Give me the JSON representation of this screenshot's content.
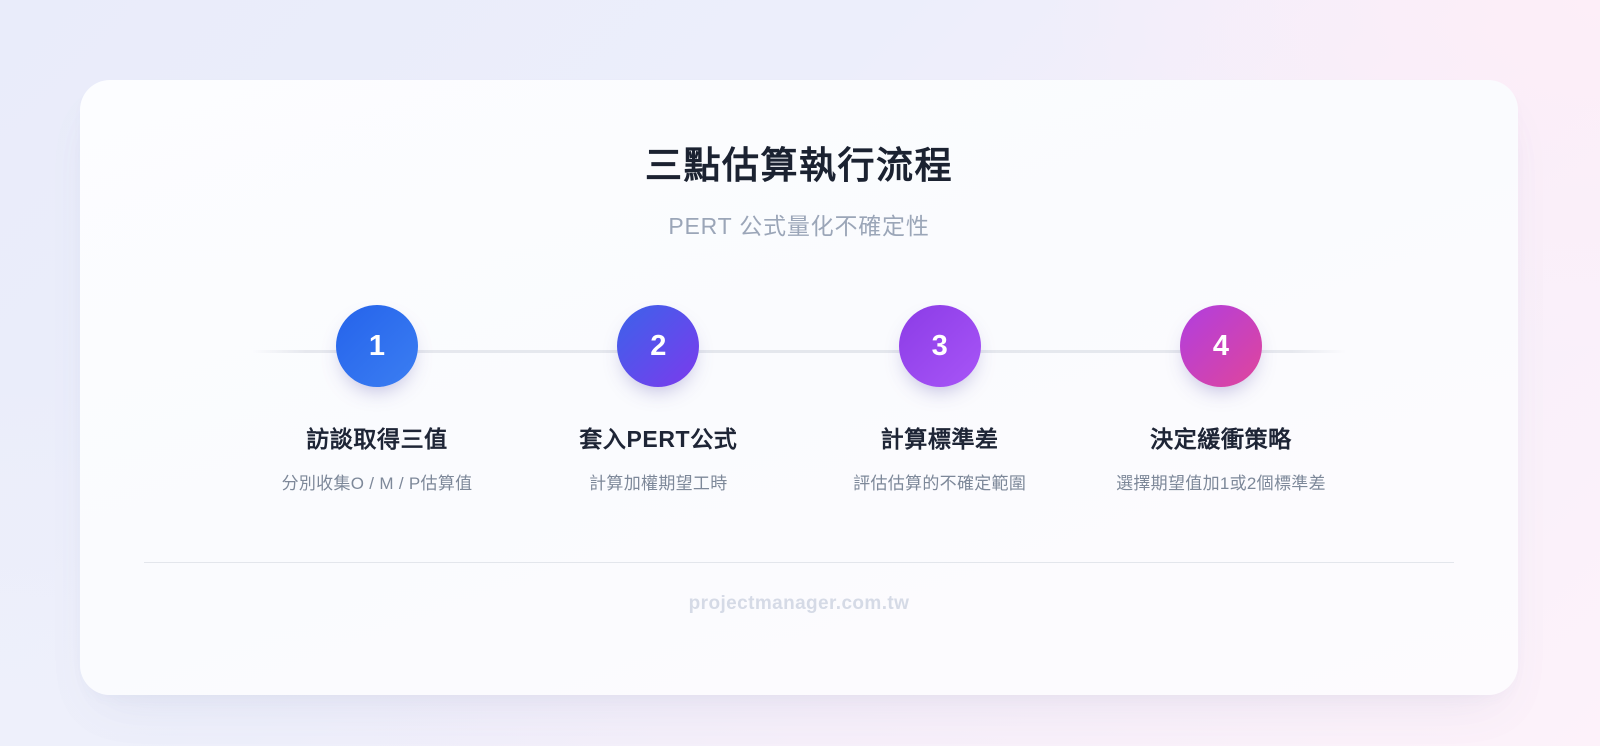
{
  "page": {
    "background_colors": [
      "#e9ecfa",
      "#fdf2fa"
    ],
    "card_background": "#fbfcff"
  },
  "header": {
    "title": "三點估算執行流程",
    "subtitle": "PERT 公式量化不確定性",
    "title_color": "#1b2231",
    "subtitle_color": "#9ba6b8"
  },
  "steps": [
    {
      "number": "1",
      "title": "訪談取得三值",
      "desc": "分別收集O / M / P估算值",
      "gradient_from": "#2563eb",
      "gradient_to": "#3b7ef2"
    },
    {
      "number": "2",
      "title": "套入PERT公式",
      "desc": "計算加權期望工時",
      "gradient_from": "#3b63ea",
      "gradient_to": "#7c3aed"
    },
    {
      "number": "3",
      "title": "計算標準差",
      "desc": "評估估算的不確定範圍",
      "gradient_from": "#8b3ce6",
      "gradient_to": "#a855f7"
    },
    {
      "number": "4",
      "title": "決定緩衝策略",
      "desc": "選擇期望值加1或2個標準差",
      "gradient_from": "#b03ee0",
      "gradient_to": "#e0459b"
    }
  ],
  "connector": {
    "color": "#e4e7ed"
  },
  "footer": {
    "watermark": "projectmanager.com.tw",
    "color": "#d5dae6",
    "divider_color": "#e3e6ec"
  }
}
